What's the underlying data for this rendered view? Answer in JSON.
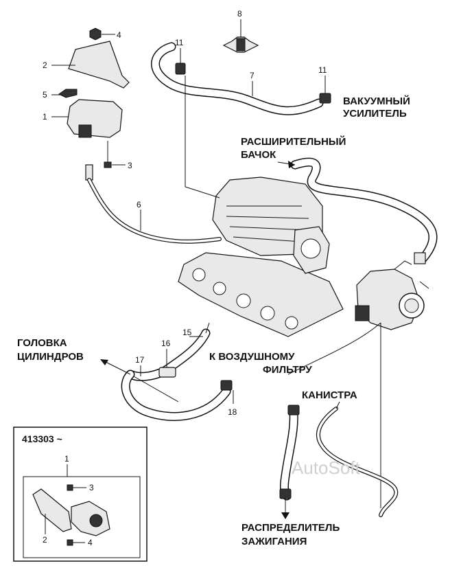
{
  "labels": {
    "vacuum_booster_line1": "ВАКУУМНЫЙ",
    "vacuum_booster_line2": "УСИЛИТЕЛЬ",
    "expansion_tank_line1": "РАСШИРИТЕЛЬНЫЙ",
    "expansion_tank_line2": "БАЧОК",
    "cylinder_head_line1": "ГОЛОВКА",
    "cylinder_head_line2": "ЦИЛИНДРОВ",
    "air_filter_line1": "К ВОЗДУШНОМУ",
    "air_filter_line2": "ФИЛЬТРУ",
    "canister": "КАНИСТРА",
    "distributor_line1": "РАСПРЕДЕЛИТЕЛЬ",
    "distributor_line2": "ЗАЖИГАНИЯ"
  },
  "inset": {
    "title": "413303 ~",
    "callouts": [
      "1",
      "2",
      "3",
      "4"
    ]
  },
  "callouts": {
    "n1": "1",
    "n2": "2",
    "n3": "3",
    "n4": "4",
    "n5": "5",
    "n6": "6",
    "n7": "7",
    "n8": "8",
    "n11a": "11",
    "n11b": "11",
    "n15": "15",
    "n16": "16",
    "n17": "17",
    "n18": "18"
  },
  "watermark": "AutoSoft"
}
